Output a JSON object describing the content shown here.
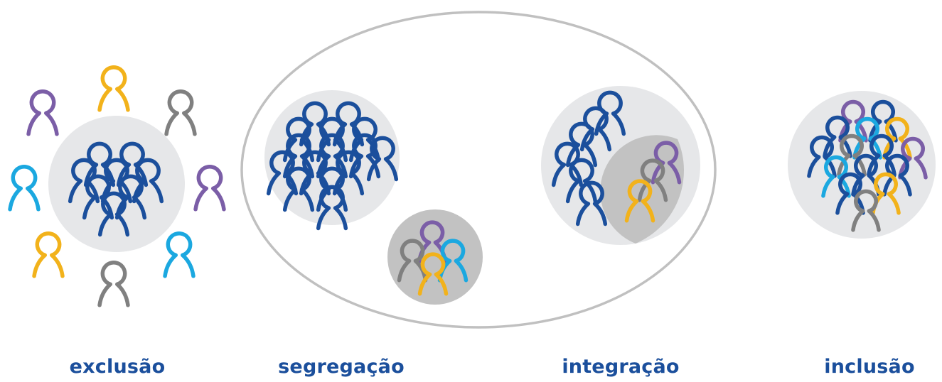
{
  "colors": {
    "blue": "#1b4f9c",
    "purple": "#7b5ea7",
    "yellow": "#f2b21b",
    "gray": "#808080",
    "cyan": "#1ba8e0",
    "circle_light": "#e6e7e9",
    "circle_dark": "#c2c2c2",
    "ellipse_stroke": "#c0c0c0"
  },
  "icon": "person-outline-icon",
  "labels": {
    "exclusion": "exclusão",
    "segregation": "segregação",
    "integration": "integração",
    "inclusion": "inclusão"
  }
}
